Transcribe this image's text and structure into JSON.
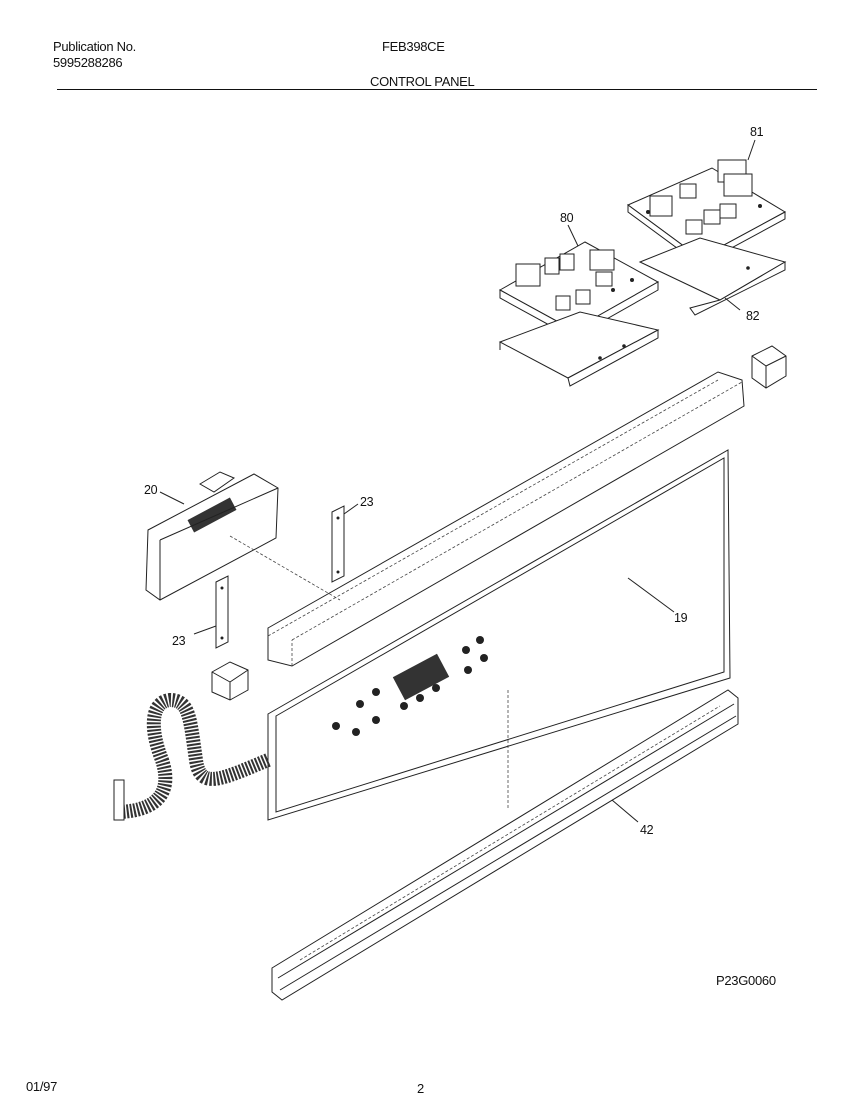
{
  "header": {
    "publication_label": "Publication No.",
    "publication_number": "5995288286",
    "model": "FEB398CE",
    "section_title": "CONTROL PANEL"
  },
  "callouts": {
    "c81": "81",
    "c80": "80",
    "c82": "82",
    "c20": "20",
    "c23a": "23",
    "c23b": "23",
    "c19": "19",
    "c42": "42"
  },
  "figure_code": "P23G0060",
  "footer": {
    "date": "01/97",
    "page": "2"
  }
}
